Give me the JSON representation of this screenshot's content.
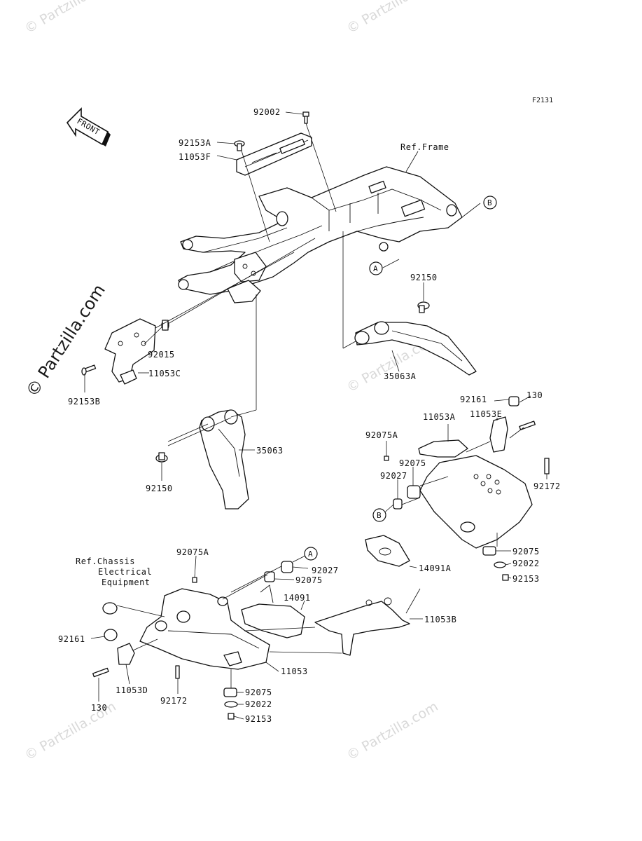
{
  "figure_id": "F2131",
  "front_label": "FRONT",
  "watermark": "© Partzilla.com",
  "ref_frame": "Ref.Frame",
  "ref_chassis": [
    "Ref.Chassis",
    "Electrical",
    "Equipment"
  ],
  "callouts": {
    "a": "A",
    "b": "B"
  },
  "parts": {
    "p92002": "92002",
    "p92153A": "92153A",
    "p11053F": "11053F",
    "p92150_top": "92150",
    "p92015": "92015",
    "p11053C": "11053C",
    "p92153B": "92153B",
    "p35063A": "35063A",
    "p35063": "35063",
    "p92150_left": "92150",
    "p92161_right": "92161",
    "p130_right": "130",
    "p11053A": "11053A",
    "p11053E": "11053E",
    "p92075A_right": "92075A",
    "p92075_right": "92075",
    "p92027_right": "92027",
    "p92172_right": "92172",
    "p92075_r2": "92075",
    "p92022_right": "92022",
    "p92153_right": "92153",
    "p14091A": "14091A",
    "p92075A_left": "92075A",
    "p92027_left": "92027",
    "p92075_left": "92075",
    "p14091": "14091",
    "p11053B": "11053B",
    "p92161_left": "92161",
    "p11053D": "11053D",
    "p130_left": "130",
    "p92172_left": "92172",
    "p11053": "11053",
    "p92075_bottom": "92075",
    "p92022_bottom": "92022",
    "p92153_bottom": "92153"
  }
}
